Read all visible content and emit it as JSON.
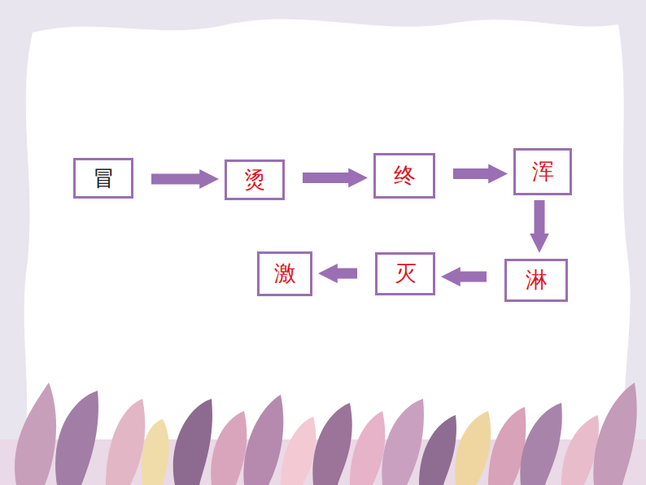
{
  "diagram": {
    "nodes": [
      {
        "text": [
          "冒"
        ]
      },
      {
        "text": [
          "烫"
        ]
      },
      {
        "text": [
          "终"
        ]
      },
      {
        "text": [
          "浑"
        ]
      },
      {
        "text": [
          "淋"
        ]
      },
      {
        "text": [
          "灭"
        ]
      },
      {
        "text": [
          "激"
        ]
      }
    ],
    "edges": [
      {
        "from": 0,
        "to": 1,
        "arrow": "to"
      },
      {
        "from": 1,
        "to": 2,
        "arrow": "to"
      },
      {
        "from": 2,
        "to": 3,
        "arrow": "to"
      },
      {
        "from": 3,
        "to": 4,
        "arrow": "to"
      },
      {
        "from": 4,
        "to": 5,
        "arrow": "to"
      },
      {
        "from": 5,
        "to": 6,
        "arrow": "to"
      }
    ]
  }
}
